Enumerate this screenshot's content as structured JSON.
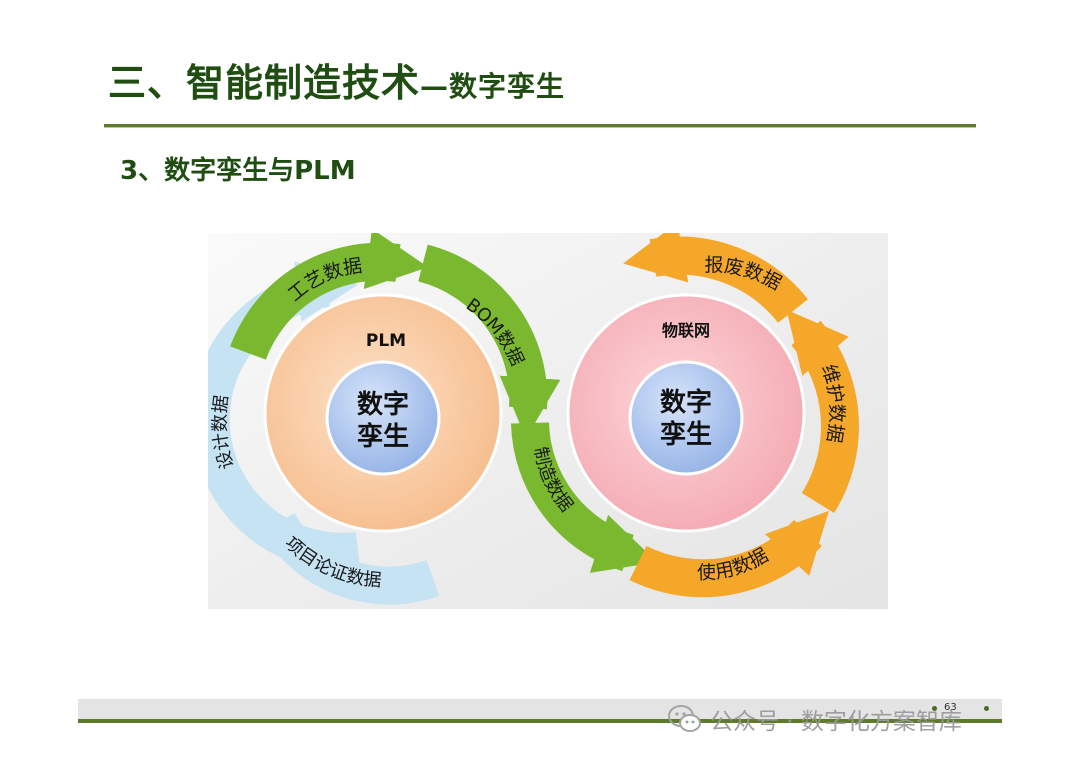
{
  "header": {
    "title_main": "三、智能制造技术",
    "title_sub": "—数字孪生"
  },
  "section": {
    "subtitle": "3、数字孪生与PLM"
  },
  "diagram": {
    "left_circle": {
      "label": "PLM",
      "core": [
        "数字",
        "孪生"
      ]
    },
    "right_circle": {
      "label": "物联网",
      "core": [
        "数字",
        "孪生"
      ]
    },
    "arrows": {
      "design": "设计数据",
      "process": "工艺数据",
      "bom": "BOM数据",
      "manufacturing": "制造数据",
      "usage": "使用数据",
      "maintenance": "维护数据",
      "scrap": "报废数据",
      "project": "项目论证数据"
    },
    "colors": {
      "green": "#7ab82f",
      "orange": "#f5a72a",
      "lightblue": "#c6e3f3",
      "peach": "#f9c9a0",
      "pink": "#f7b7bf",
      "core": "#a9c3ec"
    }
  },
  "footer": {
    "page_number": "63",
    "watermark": "公众号 · 数字化方案智库"
  }
}
